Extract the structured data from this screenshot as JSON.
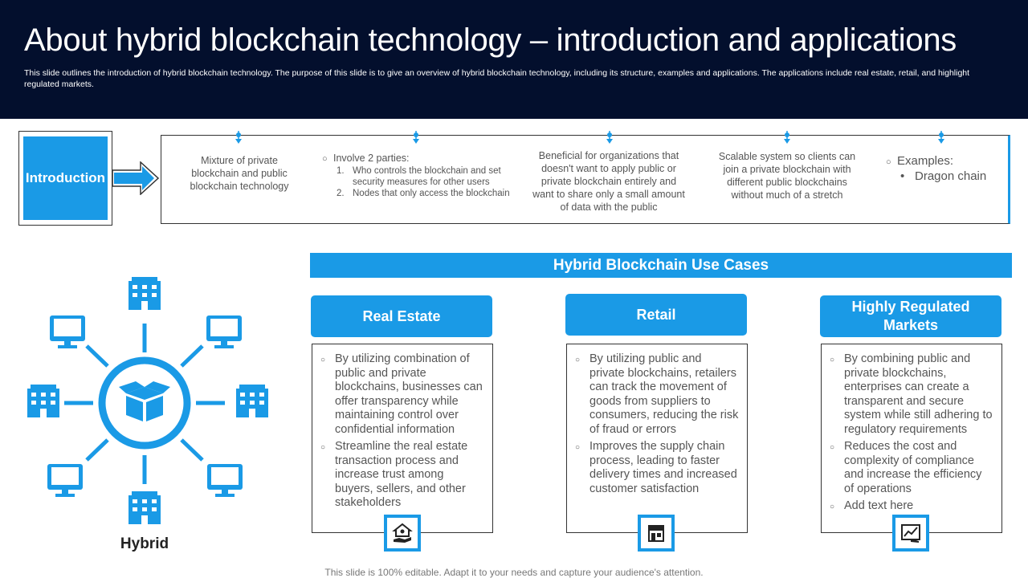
{
  "header": {
    "title": "About hybrid blockchain technology – introduction and applications",
    "subtitle": "This slide outlines the introduction of hybrid blockchain technology. The purpose of this slide is to give an overview of hybrid blockchain technology, including its structure, examples and applications. The applications include real estate, retail, and highlight regulated markets."
  },
  "intro": {
    "label": "Introduction",
    "item1": "Mixture of private blockchain and public blockchain technology",
    "item2": {
      "bullet": "○",
      "lead": "Involve  2 parties:",
      "sub1_num": "1.",
      "sub1": "Who controls the blockchain and set security measures for other users",
      "sub2_num": "2.",
      "sub2": "Nodes that only access the blockchain"
    },
    "item3": "Beneficial for organizations that doesn't want to apply public or private blockchain entirely and want to share only a small amount of data with the public",
    "item4": "Scalable system so clients can join a private  blockchain with different  public blockchains without much of a stretch",
    "item5": {
      "bullet": "○",
      "lead": "Examples:",
      "sub_bullet": "•",
      "sub": "Dragon chain"
    }
  },
  "hybrid": {
    "label": "Hybrid"
  },
  "usecases": {
    "banner": "Hybrid  Blockchain Use Cases",
    "bullet": "○",
    "cases": [
      {
        "title": "Real Estate",
        "points": [
          "By utilizing combination of public and private blockchains, businesses can offer transparency while maintaining control over confidential information",
          "Streamline the real estate transaction process and increase trust among buyers, sellers, and other stakeholders"
        ],
        "icon": "house-hand-icon"
      },
      {
        "title": "Retail",
        "points": [
          "By utilizing public and private blockchains, retailers can track the movement of goods from suppliers to consumers, reducing the risk of fraud or errors",
          "Improves the supply chain process, leading to faster delivery times and increased customer satisfaction"
        ],
        "icon": "store-icon"
      },
      {
        "title": "Highly Regulated Markets",
        "points": [
          "By combining public and private blockchains, enterprises can create a transparent and secure system while still adhering to regulatory requirements",
          "Reduces the cost and complexity of compliance and increase the efficiency of operations",
          "Add text here"
        ],
        "icon": "market-chart-icon"
      }
    ]
  },
  "footer": "This slide is 100% editable. Adapt it to your needs and capture your audience's attention.",
  "colors": {
    "accent": "#1a9ae6",
    "header_bg": "#030f2d"
  }
}
